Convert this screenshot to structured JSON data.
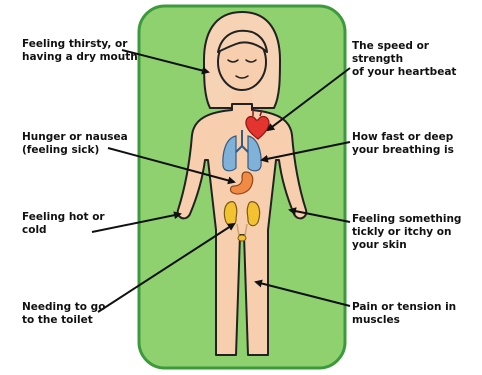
{
  "colors": {
    "panel_fill": "#8fd16f",
    "panel_border": "#3c9a3c",
    "skin": "#f8cfae",
    "skin_outline": "#222222",
    "hair": "#f5d3b4",
    "heart": "#e3342f",
    "lungs": "#7fb1d9",
    "stomach": "#f08a45",
    "kidneys": "#f2c230"
  },
  "icons": [
    "heart-icon",
    "lungs-icon",
    "stomach-icon",
    "kidneys-icon",
    "bladder-icon"
  ],
  "labels": {
    "left": [
      "Feeling thirsty, or\nhaving a dry mouth",
      "Hunger or nausea\n(feeling sick)",
      "Feeling hot or\ncold",
      "Needing to go\nto the toilet"
    ],
    "right": [
      "The speed or strength\nof your heartbeat",
      "How fast or deep\nyour breathing is",
      "Feeling something\ntickly or itchy on\nyour skin",
      "Pain or tension in\nmuscles"
    ]
  }
}
